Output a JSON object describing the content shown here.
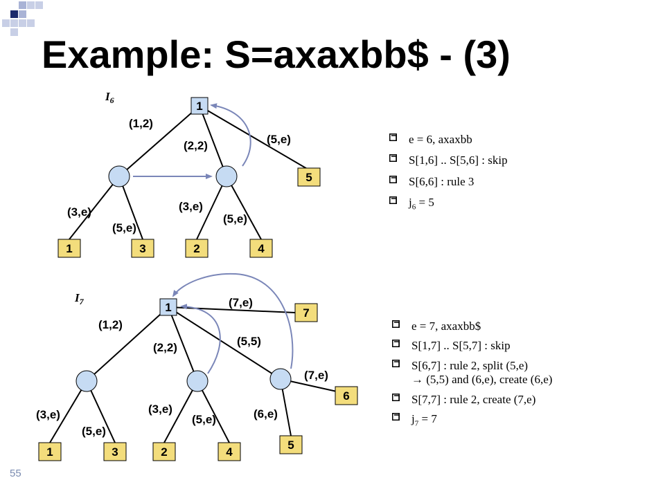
{
  "title": "Example: S=axaxbb$ - (3)",
  "slide_number": "55",
  "colors": {
    "node_fill": "#c6dbf3",
    "link_arrow": "#7a86b8",
    "deco_dark": "#1c2a6c",
    "deco_light": "#a9b3d6"
  },
  "tree_top": {
    "name_base": "I",
    "name_sub": "6",
    "root_label": "1",
    "edge_labels": [
      "(1,2)",
      "(2,2)",
      "(5,e)",
      "(3,e)",
      "(5,e)",
      "(3,e)",
      "(5,e)"
    ],
    "leaf_labels": [
      "1",
      "3",
      "2",
      "4",
      "5"
    ]
  },
  "tree_bottom": {
    "name_base": "I",
    "name_sub": "7",
    "root_label": "1",
    "edge_labels": [
      "(1,2)",
      "(2,2)",
      "(5,5)",
      "(7,e)",
      "(3,e)",
      "(5,e)",
      "(3,e)",
      "(5,e)",
      "(6,e)",
      "(7,e)"
    ],
    "leaf_labels": [
      "1",
      "3",
      "2",
      "4",
      "5",
      "6",
      "7"
    ]
  },
  "notes_top": [
    "e = 6, axaxbb",
    "S[1,6] .. S[5,6] : skip",
    "S[6,6] : rule 3",
    {
      "base": "j",
      "sub": "6",
      "rest": " = 5"
    }
  ],
  "notes_bottom": [
    "e = 7, axaxbb$",
    "S[1,7] .. S[5,7] : skip",
    {
      "line1": "S[6,7] : rule 2, split (5,e)",
      "line2": "→ (5,5) and (6,e), create (6,e)"
    },
    "S[7,7] : rule 2, create (7,e)",
    {
      "base": "j",
      "sub": "7",
      "rest": " = 7"
    }
  ]
}
